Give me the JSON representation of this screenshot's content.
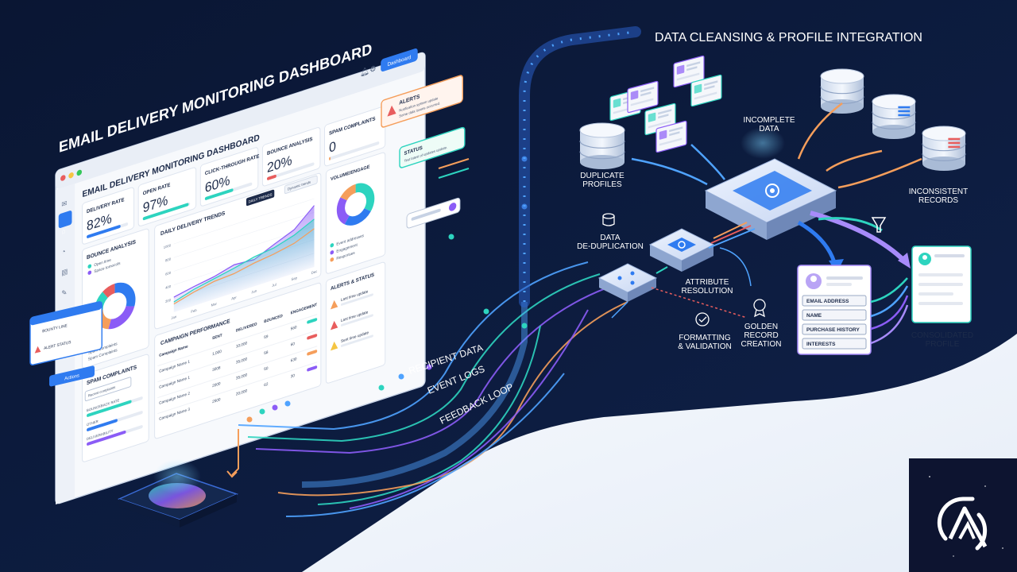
{
  "dashboard": {
    "big_title": "EMAIL DELIVERY MONITORING DASHBOARD",
    "inner_title": "EMAIL DELIVERY MONITORING DASHBOARD",
    "button_label": "Dashboard",
    "kpis": [
      {
        "label": "DELIVERY RATE",
        "value": "82%"
      },
      {
        "label": "OPEN RATE",
        "value": "97%"
      },
      {
        "label": "CLICK-THROUGH RATE",
        "value": "60%"
      },
      {
        "label": "BOUNCE ANALYSIS",
        "value": "20%"
      },
      {
        "label": "SPAM COMPLAINTS",
        "value": "0"
      }
    ],
    "alerts_card": {
      "title": "ALERTS",
      "text1": "Notification system update",
      "text2": "Some data issues occurred."
    },
    "status_card": {
      "title": "STATUS",
      "text1": "Test latest of updates update."
    },
    "bounce_panel": {
      "title": "BOUNCE ANALYSIS",
      "legend": [
        "Open time",
        "Space tomocols"
      ],
      "footer": [
        "Spam Complaints",
        "Spam Complaints"
      ]
    },
    "trend_panel": {
      "title": "DAILY DELIVERY TRENDS",
      "badge": "DAILY TRENDS",
      "dropdown": "Dynamic trends"
    },
    "side_panel": {
      "title": "VOLUME/ENGAGE",
      "legend": [
        "Event addresses",
        "Engagement",
        "Responses"
      ]
    },
    "campaign_table": {
      "title": "CAMPAIGN PERFORMANCE",
      "columns": [
        "Campaign Name",
        "SENT",
        "DELIVERED",
        "BOUNCED",
        "ENGAGEMENT"
      ],
      "rows": [
        [
          "Campaign Name 1",
          "1,000",
          "10,000",
          "59",
          "560"
        ],
        [
          "Campaign Name 1",
          "3008",
          "35,000",
          "58",
          "60"
        ],
        [
          "Campaign Name 2",
          "2000",
          "35,000",
          "50",
          "630"
        ],
        [
          "Campaign Name 3",
          "2500",
          "20,000",
          "62",
          "30"
        ]
      ]
    },
    "spam_panel": {
      "title": "SPAM COMPLAINTS",
      "tooltip": "Recent complaints",
      "rows": [
        "BOUNCEBACK RATE",
        "OTHER",
        "DELIVERABILITY"
      ]
    },
    "alerts_status": {
      "title": "ALERTS & STATUS",
      "items": [
        "Last time update",
        "Last time update",
        "Sent time update"
      ]
    },
    "popup_alerts": [
      "BOUNTY LINE",
      "ALERT STATUS"
    ],
    "popup_button": "Actions",
    "sidebar_icons": [
      "mail-icon",
      "home-icon",
      "bell-icon",
      "chart-icon",
      "message-icon",
      "settings-icon"
    ]
  },
  "chart_data": {
    "type": "area",
    "title": "DAILY DELIVERY TRENDS",
    "x": [
      "Jan",
      "Feb",
      "Mar",
      "Apr",
      "Jun",
      "Jul",
      "Sep",
      "Dec"
    ],
    "ylim": [
      0,
      1000
    ],
    "yticks": [
      1000,
      800,
      600,
      400,
      200
    ],
    "series": [
      {
        "name": "",
        "values": [
          220,
          280,
          330,
          410,
          390,
          520,
          640,
          900
        ]
      },
      {
        "name": "",
        "values": [
          150,
          240,
          300,
          360,
          430,
          470,
          560,
          700
        ]
      },
      {
        "name": "",
        "values": [
          120,
          200,
          260,
          280,
          340,
          380,
          440,
          560
        ]
      }
    ]
  },
  "flow_labels": [
    "RECIPIENT DATA",
    "EVENT LOGS",
    "FEEDBACK LOOP"
  ],
  "integration": {
    "title": "DATA CLEANSING & PROFILE INTEGRATION",
    "incomplete": [
      "INCOMPLETE",
      "DATA"
    ],
    "duplicate": [
      "DUPLICATE",
      "PROFILES"
    ],
    "inconsistent": [
      "INCONSISTENT",
      "RECORDS"
    ],
    "dedup": [
      "DATA",
      "DE-DUPLICATION"
    ],
    "attribute": [
      "ATTRIBUTE",
      "RESOLUTION"
    ],
    "formatting": [
      "FORMATTING",
      "& VALIDATION"
    ],
    "golden": [
      "GOLDEN",
      "RECORD",
      "CREATION"
    ],
    "profile_fields": [
      "EMAIL ADDRESS",
      "NAME",
      "PURCHASE HISTORY",
      "INTERESTS"
    ],
    "consolidated": [
      "CONSOLIDATED",
      "PROFILE"
    ]
  },
  "colors": {
    "background": "#0b1836",
    "panel_bg": "#ffffff",
    "accent_blue": "#2f7bf0",
    "accent_teal": "#2dd4bf",
    "accent_orange": "#f59e5b",
    "accent_purple": "#8b5cf6",
    "accent_red": "#e85d5d",
    "accent_yellow": "#f5c542",
    "integration_text": "#ffffff",
    "light_area": "#eef3fa"
  }
}
